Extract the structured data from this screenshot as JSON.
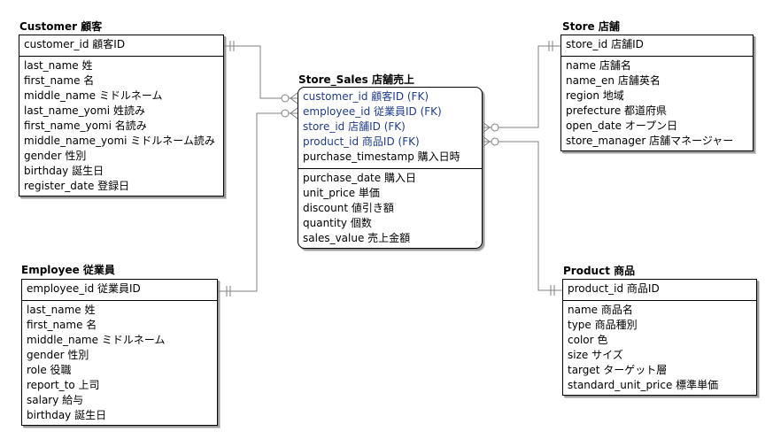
{
  "entities": {
    "customer": {
      "title": "Customer 顧客",
      "pk": [
        "customer_id 顧客ID"
      ],
      "attrs": [
        "last_name 姓",
        "first_name 名",
        "middle_name ミドルネーム",
        "last_name_yomi 姓読み",
        "first_name_yomi 名読み",
        "middle_name_yomi ミドルネーム読み",
        "gender 性別",
        "birthday 誕生日",
        "register_date 登録日"
      ]
    },
    "employee": {
      "title": "Employee 従業員",
      "pk": [
        "employee_id 従業員ID"
      ],
      "attrs": [
        "last_name 姓",
        "first_name 名",
        "middle_name ミドルネーム",
        "gender 性別",
        "role 役職",
        "report_to 上司",
        "salary 給与",
        "birthday 誕生日"
      ]
    },
    "store_sales": {
      "title": "Store_Sales 店舗売上",
      "pk": [
        "customer_id 顧客ID (FK)",
        "employee_id 従業員ID (FK)",
        "store_id 店舗ID (FK)",
        "product_id 商品ID (FK)",
        "purchase_timestamp 購入日時"
      ],
      "attrs": [
        "purchase_date 購入日",
        "unit_price 単価",
        "discount 値引き額",
        "quantity 個数",
        "sales_value 売上金額"
      ]
    },
    "store": {
      "title": "Store 店舗",
      "pk": [
        "store_id 店舗ID"
      ],
      "attrs": [
        "name 店舗名",
        "name_en 店舗英名",
        "region 地域",
        "prefecture 都道府県",
        "open_date オープン日",
        "store_manager 店舗マネージャー"
      ]
    },
    "product": {
      "title": "Product 商品",
      "pk": [
        "product_id 商品ID"
      ],
      "attrs": [
        "name 商品名",
        "type 商品種別",
        "color 色",
        "size サイズ",
        "target ターゲット層",
        "standard_unit_price 標準単価"
      ]
    }
  },
  "colors": {
    "fk_text": "#1f3c88",
    "line": "#808080",
    "shadow": "#9a9a9a"
  }
}
